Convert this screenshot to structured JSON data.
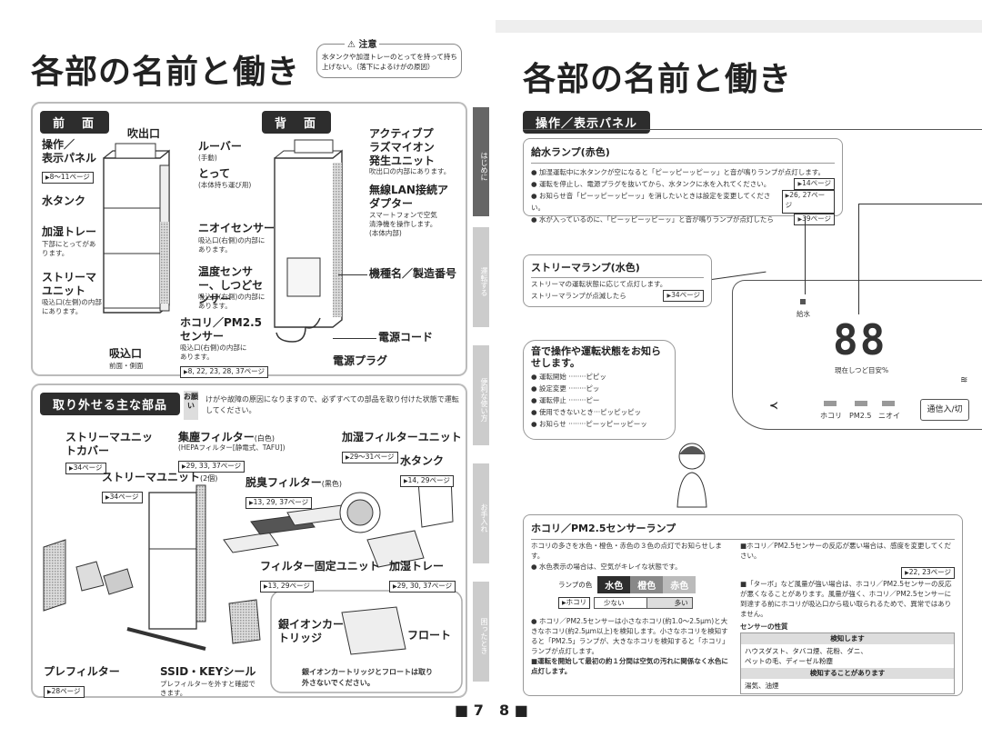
{
  "left_page": {
    "title": "各部の名前と働き",
    "caution": {
      "heading": "注意",
      "text": "水タンクや加湿トレーのとってを持って持ち上げない。（落下によるけがの原因）"
    },
    "front": {
      "header": "前　面",
      "blow_outlet": "吹出口",
      "op_panel": "操作／\n表示パネル",
      "op_panel_ref": "8〜11ページ",
      "louver": "ルーバー",
      "louver_note": "(手動)",
      "handle": "とって",
      "handle_note": "(本体持ち運び用)",
      "water_tank": "水タンク",
      "humid_tray": "加湿トレー",
      "humid_tray_note": "下部にとってがあります。",
      "odor_sensor": "ニオイセンサー",
      "odor_sensor_note": "吸込口(右側)の内部にあります。",
      "streamer": "ストリーマユニット",
      "streamer_note": "吸込口(左側)の内部にあります。",
      "temp_sensor": "温度センサー、しつどセンサー",
      "temp_sensor_note": "吸込口(右側)の内部にあります。",
      "dust_sensor": "ホコリ／PM2.5センサー",
      "dust_sensor_note": "吸込口(右側)の内部にあります。",
      "dust_sensor_ref": "8, 22, 23, 28, 37ページ",
      "intake": "吸込口",
      "intake_note": "前面・側面"
    },
    "back": {
      "header": "背　面",
      "plasma": "アクティブプラズマイオン発生ユニット",
      "plasma_note": "吹出口の内部にあります。",
      "lan": "無線LAN接続アダプター",
      "lan_note": "スマートフォンで空気清浄機を操作します。(本体内部)",
      "model": "機種名／製造番号",
      "cord": "電源コード",
      "plug": "電源プラグ"
    },
    "removable": {
      "header": "取り外せる主な部品",
      "warn_tag": "お願い",
      "warn": "けがや故障の原因になりますので、必ずすべての部品を取り付けた状態で運転してください。",
      "streamer_cover": "ストリーマユニットカバー",
      "streamer_cover_ref": "34ページ",
      "dust_filter": "集塵フィルター",
      "dust_filter_color": "(白色)",
      "dust_filter_note": "(HEPAフィルター[静電式、TAFU])",
      "dust_filter_ref": "29, 33, 37ページ",
      "humid_filter": "加湿フィルターユニット",
      "humid_filter_ref": "29〜31ページ",
      "water_tank": "水タンク",
      "water_tank_ref": "14, 29ページ",
      "streamer_unit": "ストリーマユニット",
      "streamer_unit_count": "(2個)",
      "streamer_unit_ref": "34ページ",
      "deodor": "脱臭フィルター",
      "deodor_color": "(黒色)",
      "deodor_ref": "13, 29, 37ページ",
      "fixer": "フィルター固定ユニット",
      "fixer_ref": "13, 29ページ",
      "tray": "加湿トレー",
      "tray_ref": "29, 30, 37ページ",
      "ag": "銀イオンカートリッジ",
      "float": "フロート",
      "ag_note": "銀イオンカートリッジとフロートは取り外さないでください。",
      "prefilter": "プレフィルター",
      "prefilter_ref": "28ページ",
      "ssid": "SSID・KEYシール",
      "ssid_note": "プレフィルターを外すと確認できます。"
    },
    "page_no": "7"
  },
  "right_page": {
    "title": "各部の名前と働き",
    "section": "操作／表示パネル",
    "water_lamp": {
      "title": "給水ランプ(赤色)",
      "items": [
        {
          "text": "加湿運転中に水タンクが空になると「ピーッピーッピーッ」と音が鳴りランプが点灯します。",
          "ref": ""
        },
        {
          "text": "運転を停止し、電源プラグを抜いてから、水タンクに水を入れてください。",
          "ref": "14ページ"
        },
        {
          "text": "お知らせ音「ピーッピーッピーッ」を消したいときは設定を変更してください。",
          "ref": "26, 27ページ"
        },
        {
          "text": "水が入っているのに、「ピーッピーッピーッ」と音が鳴りランプが点灯したら",
          "ref": "39ページ"
        }
      ]
    },
    "streamer_lamp": {
      "title": "ストリーマランプ(水色)",
      "line1": "ストリーマの運転状態に応じて点灯します。",
      "line2": "ストリーマランプが点滅したら",
      "ref": "34ページ"
    },
    "sound": {
      "title": "音で操作や運転状態をお知らせします。",
      "items": [
        "運転開始 ········ピピッ",
        "設定変更 ········ピッ",
        "運転停止 ········ピー",
        "使用できないとき···ピッピッピッ",
        "お知らせ ········ピーッピーッピーッ"
      ]
    },
    "panel": {
      "water_label": "給水",
      "display": "88",
      "humid_label": "現在しつど目安%",
      "dust_label": "ホコリ",
      "pm_label": "PM2.5",
      "odor_label": "ニオイ",
      "comm_button": "通信入/切"
    },
    "dust_lamp": {
      "title": "ホコリ／PM2.5センサーランプ",
      "intro": "ホコリの多さを水色・橙色・赤色の３色の点灯でお知らせします。",
      "clean": "水色表示の場合は、空気がキレイな状態です。",
      "lamp_color": "ランプの色",
      "c1": "水色",
      "c2": "橙色",
      "c3": "赤色",
      "dust": "ホコリ",
      "few": "少ない",
      "many": "多い",
      "detect": "ホコリ／PM2.5センサーは小さなホコリ(約1.0〜2.5μm)と大きなホコリ(約2.5μm以上)を検知します。小さなホコリを検知すると「PM2.5」ランプが、大きなホコリを検知すると「ホコリ」ランプが点灯します。",
      "first": "■運転を開始して最初の約１分間は空気の汚れに関係なく水色に点灯します。",
      "bad": "■ホコリ／PM2.5センサーの反応が悪い場合は、感度を変更してください。",
      "bad_ref": "22, 23ページ",
      "turbo": "■「ターボ」など風量が強い場合は、ホコリ／PM2.5センサーの反応が悪くなることがあります。風量が強く、ホコリ／PM2.5センサーに到達する前にホコリが吸込口から吸い取られるためで、異常ではありません。",
      "prop": "センサーの性質",
      "detects": "検知します",
      "detects_list": "ハウスダスト、タバコ煙、花粉、ダニ、ペットの毛、ディーゼル粉塵",
      "maybe": "検知することがあります",
      "maybe_list": "湯気、油煙"
    },
    "page_no": "8"
  },
  "side_tabs": [
    "はじめに",
    "運転する",
    "便利な使い方",
    "お手入れ",
    "困ったとき"
  ],
  "colors": {
    "lightblue": "#2a6fa0",
    "orange": "#888",
    "red": "#bbb"
  }
}
